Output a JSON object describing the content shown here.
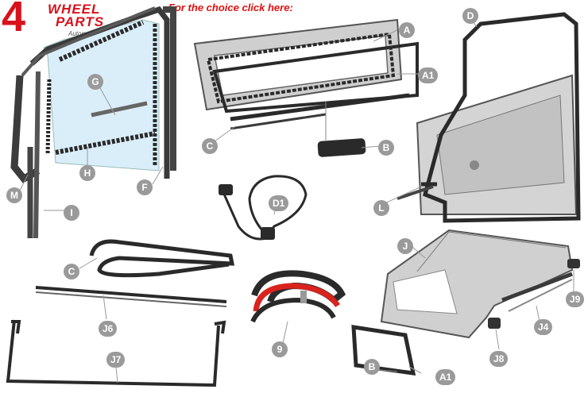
{
  "logo": {
    "number": "4",
    "word_1": "WHEEL",
    "word_2": "PARTS",
    "tagline": "Automotive"
  },
  "headline": "For the choice click here:",
  "parts": [
    {
      "id": "G",
      "label": "G"
    },
    {
      "id": "H",
      "label": "H"
    },
    {
      "id": "M",
      "label": "M"
    },
    {
      "id": "I",
      "label": "I"
    },
    {
      "id": "F",
      "label": "F"
    },
    {
      "id": "A",
      "label": "A"
    },
    {
      "id": "A1-windshield",
      "label": "A1"
    },
    {
      "id": "C-windshield",
      "label": "C"
    },
    {
      "id": "B-windshield",
      "label": "B"
    },
    {
      "id": "D",
      "label": "D"
    },
    {
      "id": "L",
      "label": "L"
    },
    {
      "id": "D1",
      "label": "D1"
    },
    {
      "id": "C-channel",
      "label": "C"
    },
    {
      "id": "J",
      "label": "J"
    },
    {
      "id": "J9",
      "label": "J9"
    },
    {
      "id": "J4",
      "label": "J4"
    },
    {
      "id": "J8",
      "label": "J8"
    },
    {
      "id": "J6",
      "label": "J6"
    },
    {
      "id": "J7",
      "label": "J7"
    },
    {
      "id": "9",
      "label": "9"
    },
    {
      "id": "B-window",
      "label": "B"
    },
    {
      "id": "A1-window",
      "label": "A1"
    }
  ],
  "colors": {
    "brand": "#d8121b",
    "headline": "#e01010",
    "badge": "#9a9a9a",
    "seal": "#2a2a2a",
    "glass": "#cfe8f6",
    "panel": "#c8c8c8",
    "tape": "#d8241c"
  }
}
